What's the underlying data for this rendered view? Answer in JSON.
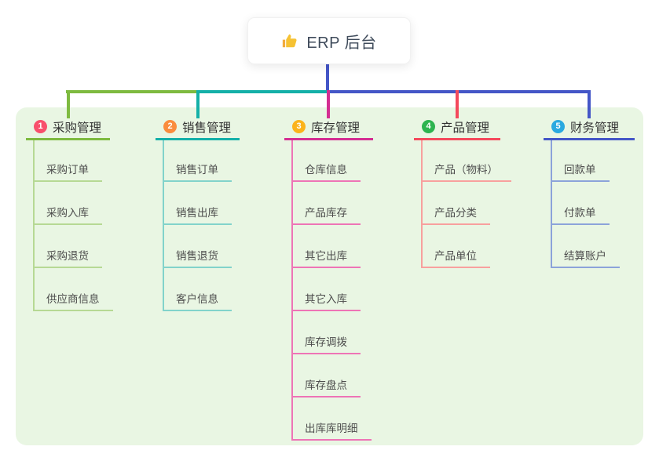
{
  "root": {
    "label": "ERP 后台",
    "icon": "thumbs-up-icon",
    "icon_color": "#f6c233"
  },
  "colors": {
    "canvas_bg": "#ffffff",
    "panel_bg": "#e9f6e3",
    "root_line": "#4456c7"
  },
  "branches": [
    {
      "number": "1",
      "title": "采购管理",
      "badge_color": "#f8506c",
      "line_color": "#7eba40",
      "child_line_color": "#b6d994",
      "children": [
        "采购订单",
        "采购入库",
        "采购退货",
        "供应商信息"
      ]
    },
    {
      "number": "2",
      "title": "销售管理",
      "badge_color": "#fa8c3d",
      "line_color": "#14b0a8",
      "child_line_color": "#82d3cb",
      "children": [
        "销售订单",
        "销售出库",
        "销售退货",
        "客户信息"
      ]
    },
    {
      "number": "3",
      "title": "库存管理",
      "badge_color": "#fbb31b",
      "line_color": "#d42e92",
      "child_line_color": "#ee74b6",
      "children": [
        "仓库信息",
        "产品库存",
        "其它出库",
        "其它入库",
        "库存调拨",
        "库存盘点",
        "出库库明细"
      ]
    },
    {
      "number": "4",
      "title": "产品管理",
      "badge_color": "#2db44f",
      "line_color": "#f4495c",
      "child_line_color": "#f8a09e",
      "children": [
        "产品（物料）",
        "产品分类",
        "产品单位"
      ]
    },
    {
      "number": "5",
      "title": "财务管理",
      "badge_color": "#2aa9e0",
      "line_color": "#4456c7",
      "child_line_color": "#8ca3da",
      "children": [
        "回款单",
        "付款单",
        "结算账户"
      ]
    }
  ]
}
